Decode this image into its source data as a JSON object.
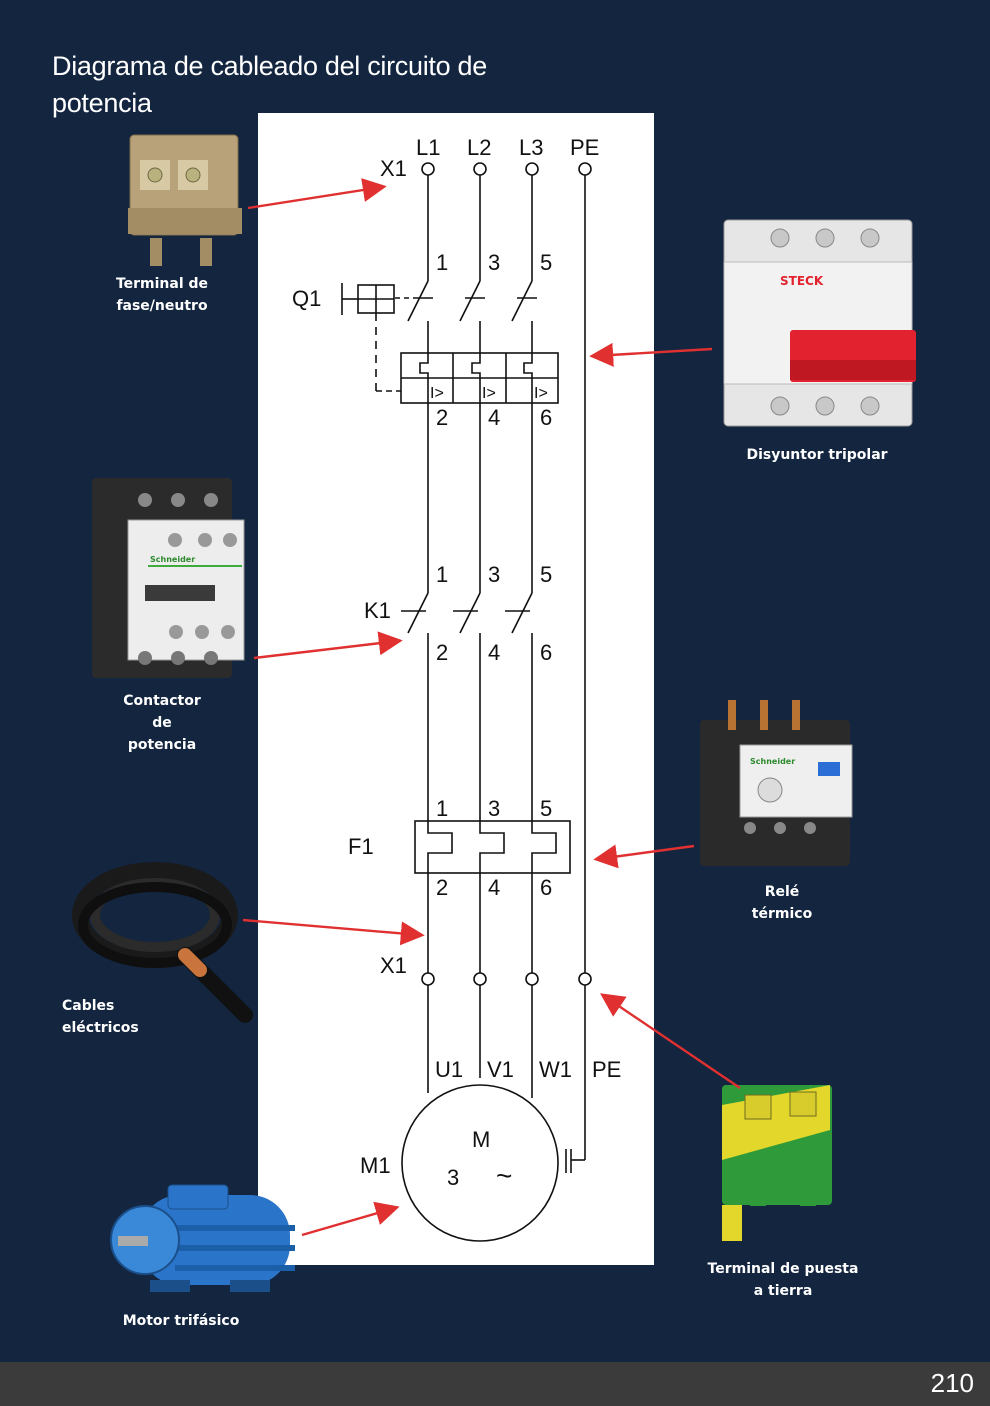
{
  "title": "Diagrama de cableado del circuito de potencia",
  "page_number": "210",
  "components": {
    "terminal_fase": "Terminal de\nfase/neutro",
    "disyuntor": "Disyuntor tripolar",
    "contactor": "Contactor\nde\npotencia",
    "rele": "Relé\ntérmico",
    "cables": "Cables\neléctricos",
    "tierra": "Terminal de puesta\na tierra",
    "motor": "Motor trifásico"
  },
  "device_labels": {
    "photo_breaker_brand": "STECK",
    "photo_contactor_brand": "Schneider",
    "photo_relay_brand": "Schneider"
  },
  "diagram": {
    "supply": [
      "L1",
      "L2",
      "L3",
      "PE"
    ],
    "x1_top": "X1",
    "q1": "Q1",
    "q1_in": [
      "1",
      "3",
      "5"
    ],
    "q1_out": [
      "2",
      "4",
      "6"
    ],
    "q1_trip": [
      "I>",
      "I>",
      "I>"
    ],
    "k1": "K1",
    "k1_in": [
      "1",
      "3",
      "5"
    ],
    "k1_out": [
      "2",
      "4",
      "6"
    ],
    "f1": "F1",
    "f1_in": [
      "1",
      "3",
      "5"
    ],
    "f1_out": [
      "2",
      "4",
      "6"
    ],
    "x1_bottom": "X1",
    "motor_terminals": [
      "U1",
      "V1",
      "W1",
      "PE"
    ],
    "m1": "M1",
    "motor_m": "M",
    "motor_3": "3",
    "motor_tilde": "~"
  },
  "colors": {
    "background": "#13253f",
    "arrow": "#e03030",
    "footer": "#3c3b3b"
  }
}
